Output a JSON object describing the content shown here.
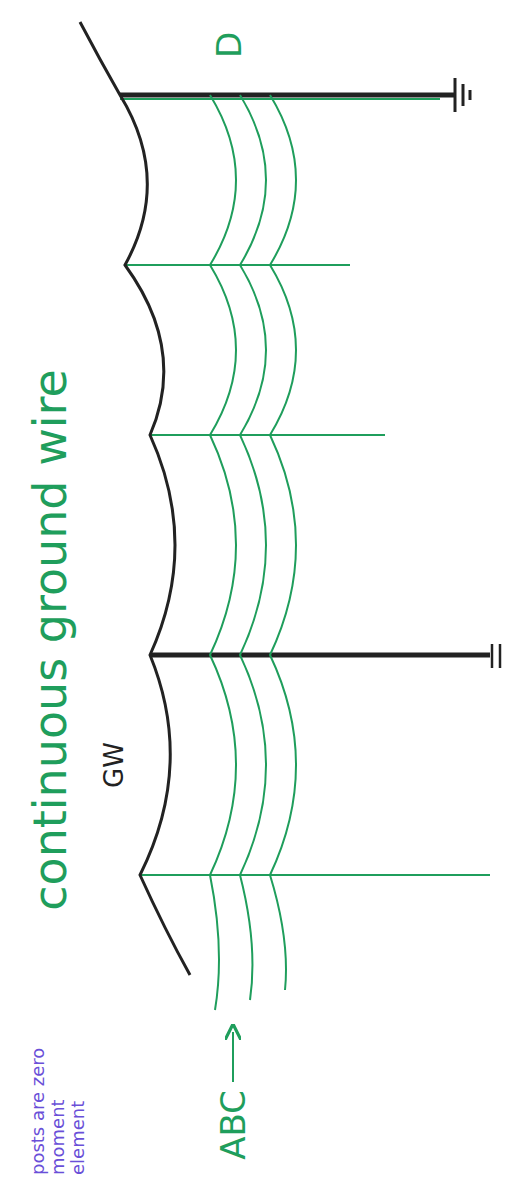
{
  "diagram": {
    "title": "continuous ground wire",
    "labels": [
      "GW",
      "ABC",
      "D",
      "posts are zero moment element"
    ]
  }
}
